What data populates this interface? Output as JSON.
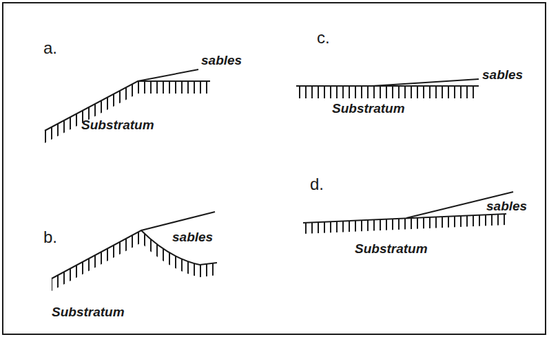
{
  "diagram": {
    "labels": [
      "a.",
      "sables",
      "Substratum",
      "b.",
      "sables",
      "Substratum",
      "c.",
      "sables",
      "Substratum",
      "d.",
      "sables",
      "Substratum"
    ]
  }
}
